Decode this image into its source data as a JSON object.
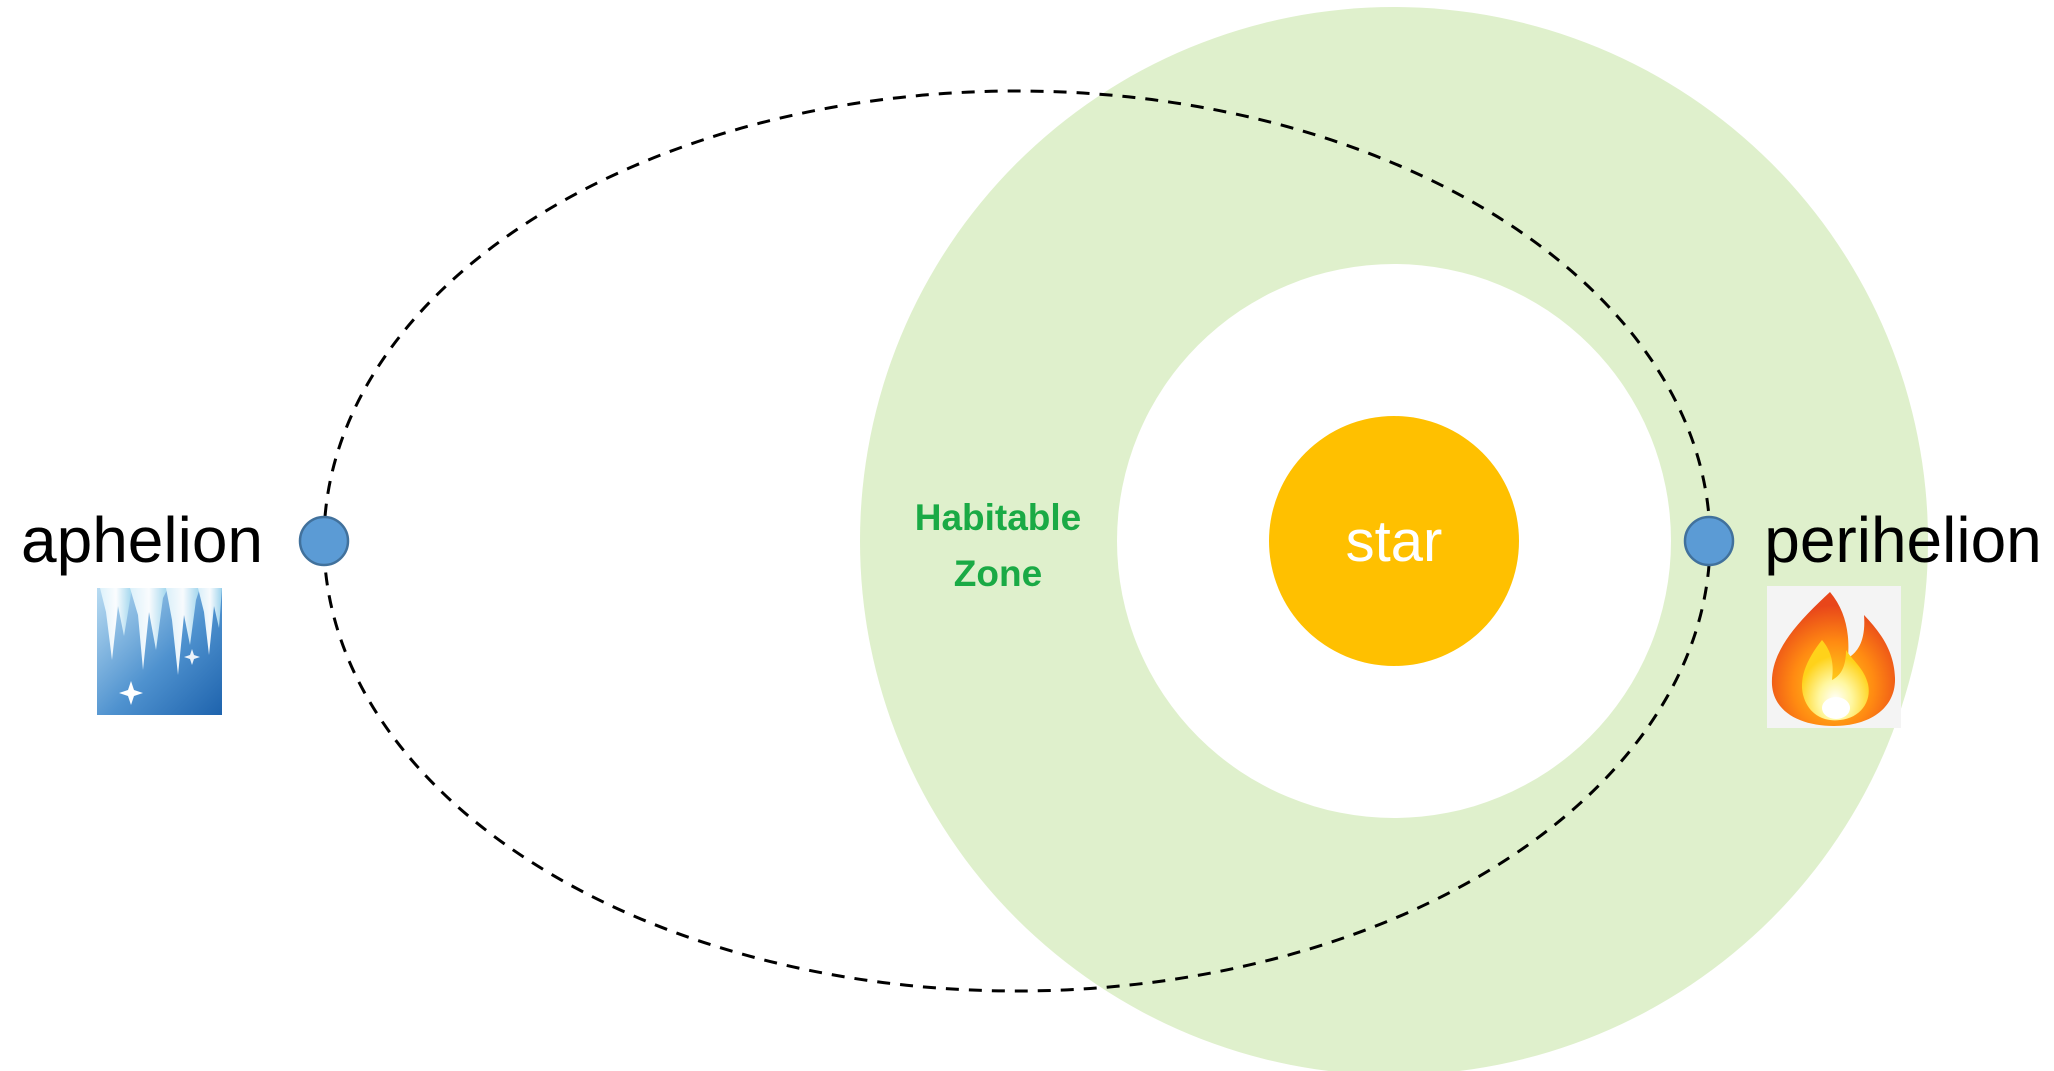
{
  "labels": {
    "aphelion": "aphelion",
    "perihelion": "perihelion",
    "star": "star",
    "zone_line1": "Habitable",
    "zone_line2": "Zone"
  },
  "colors": {
    "background": "#ffffff",
    "habitable_zone": "#dff0cc",
    "zone_text": "#1aaa45",
    "star": "#ffc000",
    "star_text": "#ffffff",
    "planet_fill": "#5b9bd5",
    "planet_stroke": "#41719c",
    "orbit": "#000000",
    "label_text": "#000000"
  },
  "icons": {
    "cold": "icicles-icon",
    "hot": "fire-icon"
  }
}
